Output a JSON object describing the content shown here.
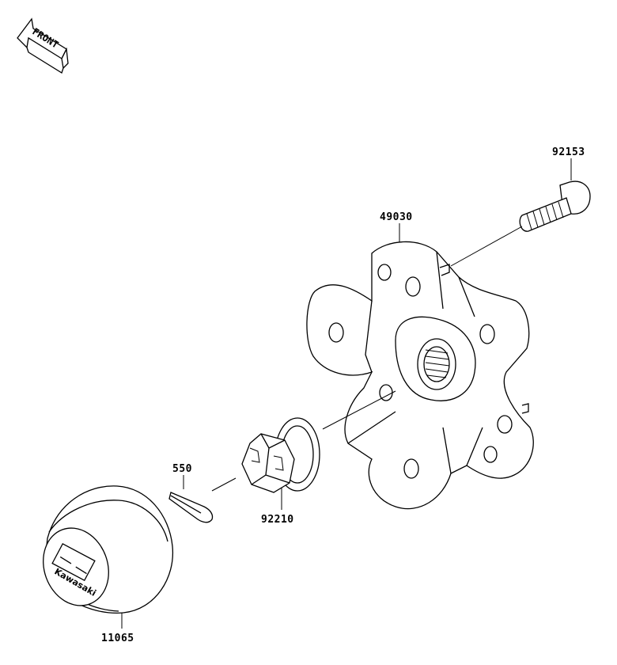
{
  "front_arrow": {
    "label": "FRONT"
  },
  "parts": [
    {
      "id": "92153"
    },
    {
      "id": "49030"
    },
    {
      "id": "550"
    },
    {
      "id": "92210"
    },
    {
      "id": "11065"
    }
  ],
  "cap_logo_text": "Kawasaki"
}
